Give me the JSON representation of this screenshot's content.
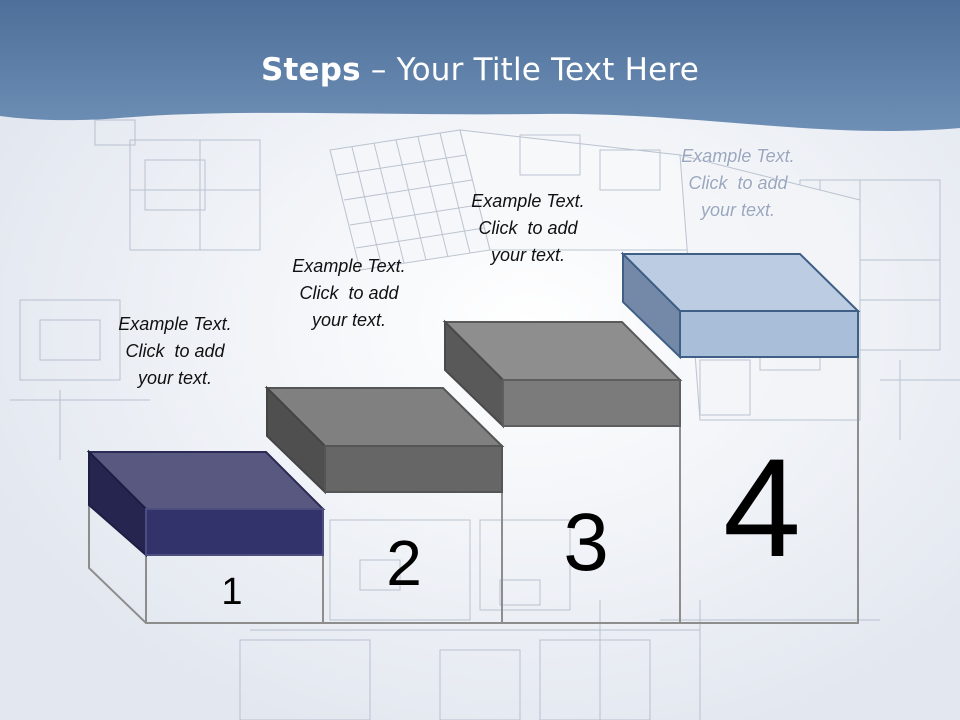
{
  "title": {
    "bold": "Steps",
    "rest": " – Your Title Text Here"
  },
  "steps": [
    {
      "number": "1",
      "caption": [
        "Example Text.",
        "Click  to add",
        "your text."
      ],
      "color": "#33336b"
    },
    {
      "number": "2",
      "caption": [
        "Example Text.",
        "Click  to add",
        "your text."
      ],
      "color": "#666666"
    },
    {
      "number": "3",
      "caption": [
        "Example Text.",
        "Click  to add",
        "your text."
      ],
      "color": "#7b7b7b"
    },
    {
      "number": "4",
      "caption": [
        "Example Text.",
        "Click  to add",
        "your text."
      ],
      "color": "#a9bfd9"
    }
  ]
}
